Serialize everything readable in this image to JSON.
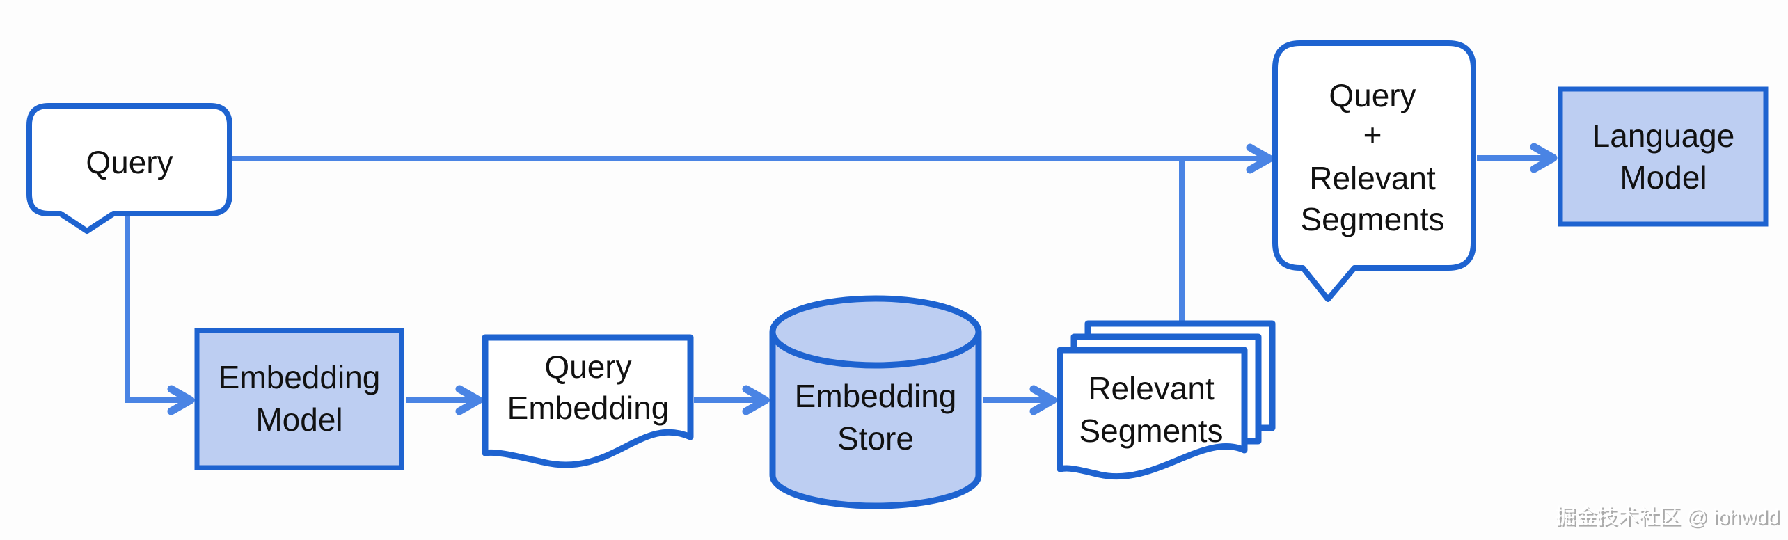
{
  "diagram_type": "flowchart",
  "colors": {
    "border_blue": "#1E63D0",
    "connector_blue": "#4A84E4",
    "node_fill": "#BDCEF2",
    "text_color": "#111111",
    "background": "#FDFDFD",
    "watermark_color": "#FFFFFF",
    "watermark_shadow": "#8F8F8F"
  },
  "nodes": {
    "query": {
      "shape": "speech-bubble",
      "fill": "white",
      "lines": [
        "Query"
      ]
    },
    "embedding_model": {
      "shape": "rectangle",
      "fill": "blue",
      "lines": [
        "Embedding",
        "Model"
      ]
    },
    "query_embedding": {
      "shape": "document",
      "fill": "white",
      "lines": [
        "Query",
        "Embedding"
      ]
    },
    "embedding_store": {
      "shape": "cylinder",
      "fill": "blue",
      "lines": [
        "Embedding",
        "Store"
      ]
    },
    "relevant_segments": {
      "shape": "multi-document",
      "fill": "white",
      "lines": [
        "Relevant",
        "Segments"
      ]
    },
    "query_plus_relevant_segments": {
      "shape": "speech-bubble",
      "fill": "white",
      "lines": [
        "Query",
        "+",
        "Relevant",
        "Segments"
      ]
    },
    "language_model": {
      "shape": "rectangle",
      "fill": "blue",
      "lines": [
        "Language",
        "Model"
      ]
    }
  },
  "edges": [
    {
      "from": "query",
      "to": "query_plus_relevant_segments",
      "style": "arrow"
    },
    {
      "from": "query",
      "to": "embedding_model",
      "style": "elbow-arrow"
    },
    {
      "from": "embedding_model",
      "to": "query_embedding",
      "style": "arrow"
    },
    {
      "from": "query_embedding",
      "to": "embedding_store",
      "style": "arrow"
    },
    {
      "from": "embedding_store",
      "to": "relevant_segments",
      "style": "arrow"
    },
    {
      "from": "relevant_segments",
      "to": "query_plus_relevant_segments",
      "style": "line-junction"
    },
    {
      "from": "query_plus_relevant_segments",
      "to": "language_model",
      "style": "arrow"
    }
  ],
  "watermark": {
    "text": "掘金技术社区 @ iohwdd"
  }
}
